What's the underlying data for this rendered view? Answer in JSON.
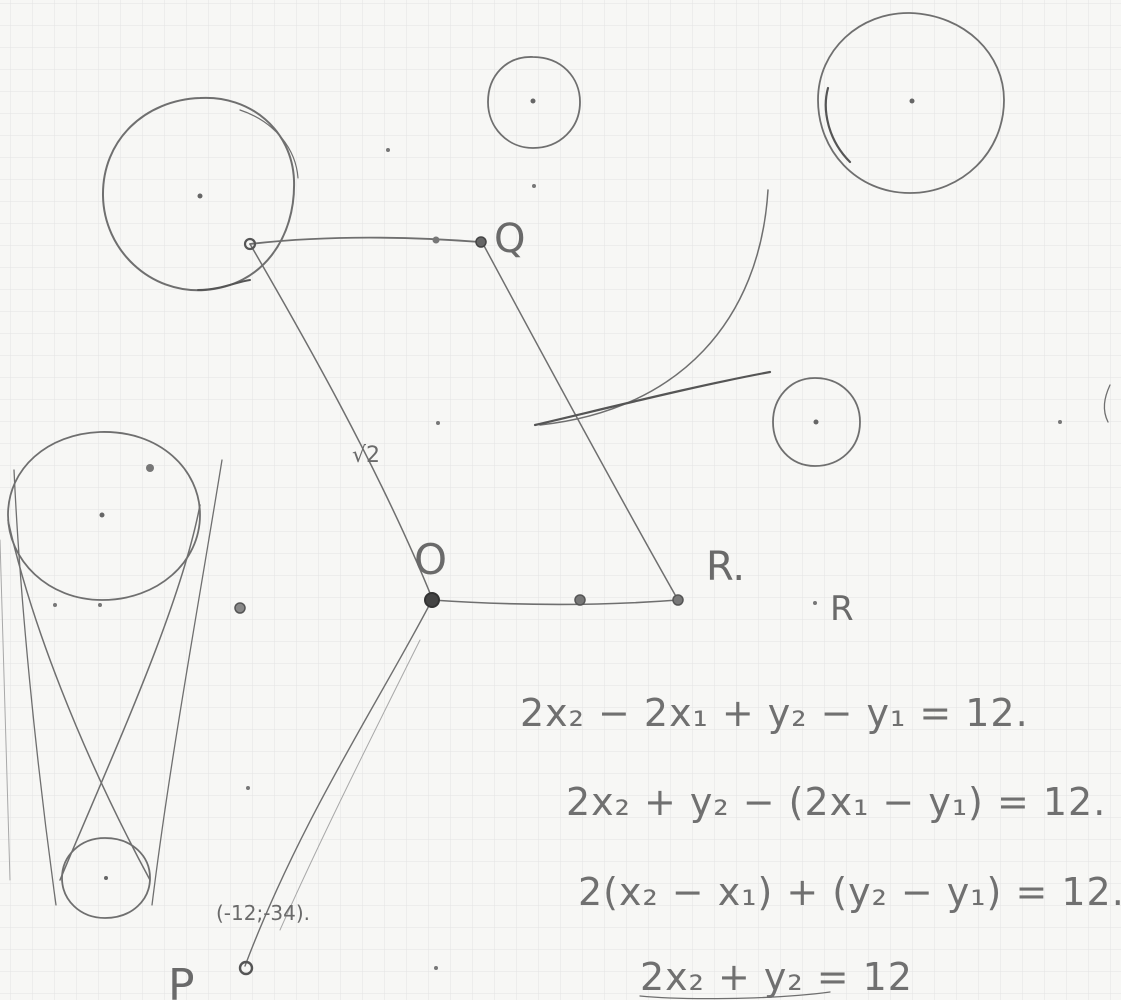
{
  "labels": {
    "Q": "Q",
    "O": "O",
    "R": "R.",
    "R2": "R",
    "P": "P",
    "s_label": "√2",
    "P_coord": "(-12;-34)."
  },
  "equations": [
    "2x₂ − 2x₁ + y₂ − y₁ = 12.",
    "2x₂ + y₂ − (2x₁ − y₁) = 12.",
    "2(x₂ − x₁) + (y₂ − y₁) = 12.",
    "2x₂ + y₂ = 12"
  ],
  "colors": {
    "paper": "#f7f7f5",
    "grid": "#dcdcdc",
    "pencil": "#6f6f6f"
  }
}
